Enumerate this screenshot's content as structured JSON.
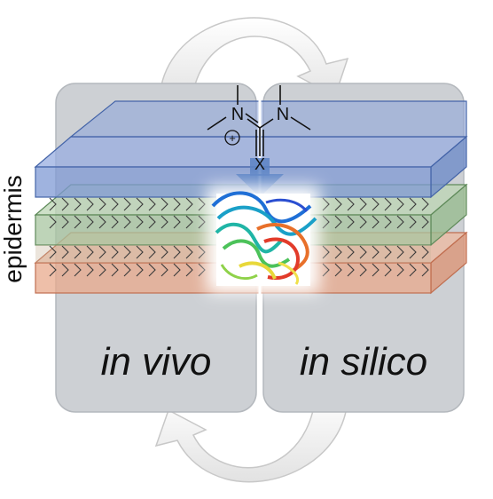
{
  "figure": {
    "left_panel_label": "in vivo",
    "right_panel_label": "in silico",
    "side_label": "epidermis"
  },
  "molecule": {
    "atom_n_left": "N",
    "atom_n_right": "N",
    "charge": "+",
    "atom_x": "X"
  },
  "colors": {
    "panel_fill": "#cdd0d4",
    "panel_stroke": "#b4b8bd",
    "layer_blue": "#7f9ad4",
    "layer_blue_stroke": "#4464a8",
    "layer_green": "#a8c6a0",
    "layer_green_stroke": "#5f8a5a",
    "layer_orange": "#e8a98c",
    "layer_orange_stroke": "#c06e50",
    "arrow_fill": "#f3f3f3",
    "arrow_stroke": "#c8c8c8",
    "down_arrow": "#5b82c4"
  },
  "icons": {
    "cycle_top": "curved-arrow-right-icon",
    "cycle_bottom": "curved-arrow-left-icon",
    "protein": "protein-ribbon-structure"
  }
}
